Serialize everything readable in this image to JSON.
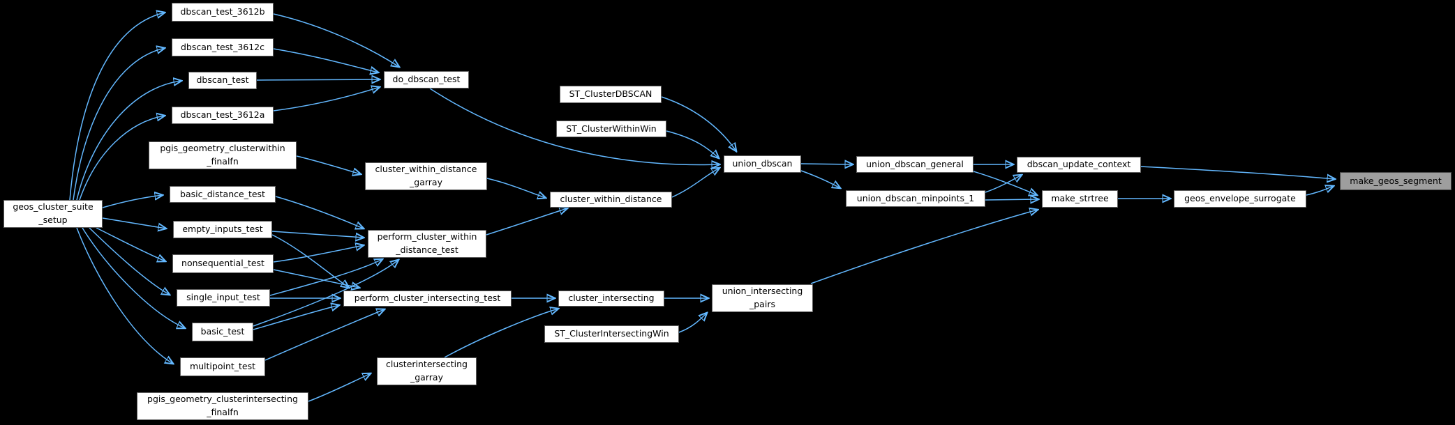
{
  "diagram": {
    "type": "call-graph",
    "background_color": "#000000",
    "edge_color": "#63b8ff",
    "node_fill": "#ffffff",
    "node_border": "#5f5f5f",
    "highlight_node_fill": "#9e9e9e",
    "nodes": [
      {
        "id": "geos_cluster_suite_setup",
        "label": "geos_cluster_suite\n_setup"
      },
      {
        "id": "dbscan_test_3612b",
        "label": "dbscan_test_3612b"
      },
      {
        "id": "dbscan_test_3612c",
        "label": "dbscan_test_3612c"
      },
      {
        "id": "dbscan_test",
        "label": "dbscan_test"
      },
      {
        "id": "dbscan_test_3612a",
        "label": "dbscan_test_3612a"
      },
      {
        "id": "do_dbscan_test",
        "label": "do_dbscan_test"
      },
      {
        "id": "pgis_geometry_clusterwithin_finalfn",
        "label": "pgis_geometry_clusterwithin\n_finalfn"
      },
      {
        "id": "cluster_within_distance_garray",
        "label": "cluster_within_distance\n_garray"
      },
      {
        "id": "basic_distance_test",
        "label": "basic_distance_test"
      },
      {
        "id": "empty_inputs_test",
        "label": "empty_inputs_test"
      },
      {
        "id": "nonsequential_test",
        "label": "nonsequential_test"
      },
      {
        "id": "single_input_test",
        "label": "single_input_test"
      },
      {
        "id": "basic_test",
        "label": "basic_test"
      },
      {
        "id": "multipoint_test",
        "label": "multipoint_test"
      },
      {
        "id": "pgis_geometry_clusterintersecting_finalfn",
        "label": "pgis_geometry_clusterintersecting\n_finalfn"
      },
      {
        "id": "clusterintersecting_garray",
        "label": "clusterintersecting\n_garray"
      },
      {
        "id": "perform_cluster_within_distance_test",
        "label": "perform_cluster_within\n_distance_test"
      },
      {
        "id": "perform_cluster_intersecting_test",
        "label": "perform_cluster_intersecting_test"
      },
      {
        "id": "cluster_within_distance",
        "label": "cluster_within_distance"
      },
      {
        "id": "cluster_intersecting",
        "label": "cluster_intersecting"
      },
      {
        "id": "ST_ClusterDBSCAN",
        "label": "ST_ClusterDBSCAN"
      },
      {
        "id": "ST_ClusterWithinWin",
        "label": "ST_ClusterWithinWin"
      },
      {
        "id": "ST_ClusterIntersectingWin",
        "label": "ST_ClusterIntersectingWin"
      },
      {
        "id": "union_dbscan",
        "label": "union_dbscan"
      },
      {
        "id": "union_intersecting_pairs",
        "label": "union_intersecting\n_pairs"
      },
      {
        "id": "union_dbscan_general",
        "label": "union_dbscan_general"
      },
      {
        "id": "union_dbscan_minpoints_1",
        "label": "union_dbscan_minpoints_1"
      },
      {
        "id": "dbscan_update_context",
        "label": "dbscan_update_context"
      },
      {
        "id": "make_strtree",
        "label": "make_strtree"
      },
      {
        "id": "geos_envelope_surrogate",
        "label": "geos_envelope_surrogate"
      },
      {
        "id": "make_geos_segment",
        "label": "make_geos_segment",
        "highlighted": true
      }
    ],
    "edges": [
      {
        "from": "geos_cluster_suite_setup",
        "to": "dbscan_test_3612b"
      },
      {
        "from": "geos_cluster_suite_setup",
        "to": "dbscan_test_3612c"
      },
      {
        "from": "geos_cluster_suite_setup",
        "to": "dbscan_test"
      },
      {
        "from": "geos_cluster_suite_setup",
        "to": "dbscan_test_3612a"
      },
      {
        "from": "geos_cluster_suite_setup",
        "to": "basic_distance_test"
      },
      {
        "from": "geos_cluster_suite_setup",
        "to": "empty_inputs_test"
      },
      {
        "from": "geos_cluster_suite_setup",
        "to": "nonsequential_test"
      },
      {
        "from": "geos_cluster_suite_setup",
        "to": "single_input_test"
      },
      {
        "from": "geos_cluster_suite_setup",
        "to": "basic_test"
      },
      {
        "from": "geos_cluster_suite_setup",
        "to": "multipoint_test"
      },
      {
        "from": "dbscan_test_3612b",
        "to": "do_dbscan_test"
      },
      {
        "from": "dbscan_test_3612c",
        "to": "do_dbscan_test"
      },
      {
        "from": "dbscan_test",
        "to": "do_dbscan_test"
      },
      {
        "from": "dbscan_test_3612a",
        "to": "do_dbscan_test"
      },
      {
        "from": "do_dbscan_test",
        "to": "union_dbscan"
      },
      {
        "from": "pgis_geometry_clusterwithin_finalfn",
        "to": "cluster_within_distance_garray"
      },
      {
        "from": "cluster_within_distance_garray",
        "to": "cluster_within_distance"
      },
      {
        "from": "perform_cluster_within_distance_test",
        "to": "cluster_within_distance"
      },
      {
        "from": "cluster_within_distance",
        "to": "union_dbscan"
      },
      {
        "from": "basic_distance_test",
        "to": "perform_cluster_within_distance_test"
      },
      {
        "from": "empty_inputs_test",
        "to": "perform_cluster_within_distance_test"
      },
      {
        "from": "nonsequential_test",
        "to": "perform_cluster_within_distance_test"
      },
      {
        "from": "single_input_test",
        "to": "perform_cluster_within_distance_test"
      },
      {
        "from": "basic_test",
        "to": "perform_cluster_within_distance_test"
      },
      {
        "from": "empty_inputs_test",
        "to": "perform_cluster_intersecting_test"
      },
      {
        "from": "nonsequential_test",
        "to": "perform_cluster_intersecting_test"
      },
      {
        "from": "single_input_test",
        "to": "perform_cluster_intersecting_test"
      },
      {
        "from": "basic_test",
        "to": "perform_cluster_intersecting_test"
      },
      {
        "from": "multipoint_test",
        "to": "perform_cluster_intersecting_test"
      },
      {
        "from": "perform_cluster_intersecting_test",
        "to": "cluster_intersecting"
      },
      {
        "from": "clusterintersecting_garray",
        "to": "cluster_intersecting"
      },
      {
        "from": "pgis_geometry_clusterintersecting_finalfn",
        "to": "clusterintersecting_garray"
      },
      {
        "from": "cluster_intersecting",
        "to": "union_intersecting_pairs"
      },
      {
        "from": "ST_ClusterIntersectingWin",
        "to": "union_intersecting_pairs"
      },
      {
        "from": "union_intersecting_pairs",
        "to": "make_strtree"
      },
      {
        "from": "ST_ClusterDBSCAN",
        "to": "union_dbscan"
      },
      {
        "from": "ST_ClusterWithinWin",
        "to": "union_dbscan"
      },
      {
        "from": "union_dbscan",
        "to": "union_dbscan_general"
      },
      {
        "from": "union_dbscan",
        "to": "union_dbscan_minpoints_1"
      },
      {
        "from": "union_dbscan_general",
        "to": "dbscan_update_context"
      },
      {
        "from": "union_dbscan_general",
        "to": "make_strtree"
      },
      {
        "from": "union_dbscan_minpoints_1",
        "to": "dbscan_update_context"
      },
      {
        "from": "union_dbscan_minpoints_1",
        "to": "make_strtree"
      },
      {
        "from": "dbscan_update_context",
        "to": "make_geos_segment"
      },
      {
        "from": "make_strtree",
        "to": "geos_envelope_surrogate"
      },
      {
        "from": "geos_envelope_surrogate",
        "to": "make_geos_segment"
      }
    ]
  }
}
